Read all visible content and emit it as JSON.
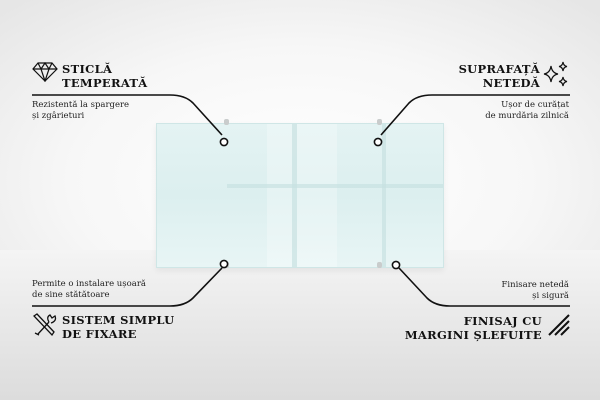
{
  "features": {
    "top_left": {
      "icon": "diamond-icon",
      "title_line1": "STICLĂ",
      "title_line2": "TEMPERATĂ",
      "desc_line1": "Rezistentă la spargere",
      "desc_line2": "și zgârieturi"
    },
    "top_right": {
      "icon": "sparkles-icon",
      "title_line1": "SUPRAFAȚĂ",
      "title_line2": "NETEDĂ",
      "desc_line1": "Ușor de curățat",
      "desc_line2": "de murdăria zilnică"
    },
    "bottom_left": {
      "icon": "tools-icon",
      "title_line1": "SISTEM SIMPLU",
      "title_line2": "DE FIXARE",
      "desc_line1": "Permite o instalare ușoară",
      "desc_line2": "de sine stătătoare"
    },
    "bottom_right": {
      "icon": "diagonal-lines-icon",
      "title_line1": "FINISAJ CU",
      "title_line2": "MARGINI ȘLEFUITE",
      "desc_line1": "Finisare netedă",
      "desc_line2": "și sigură"
    }
  },
  "colors": {
    "glass": "#dcefef",
    "line": "#111111",
    "background": "#f4f4f4"
  }
}
